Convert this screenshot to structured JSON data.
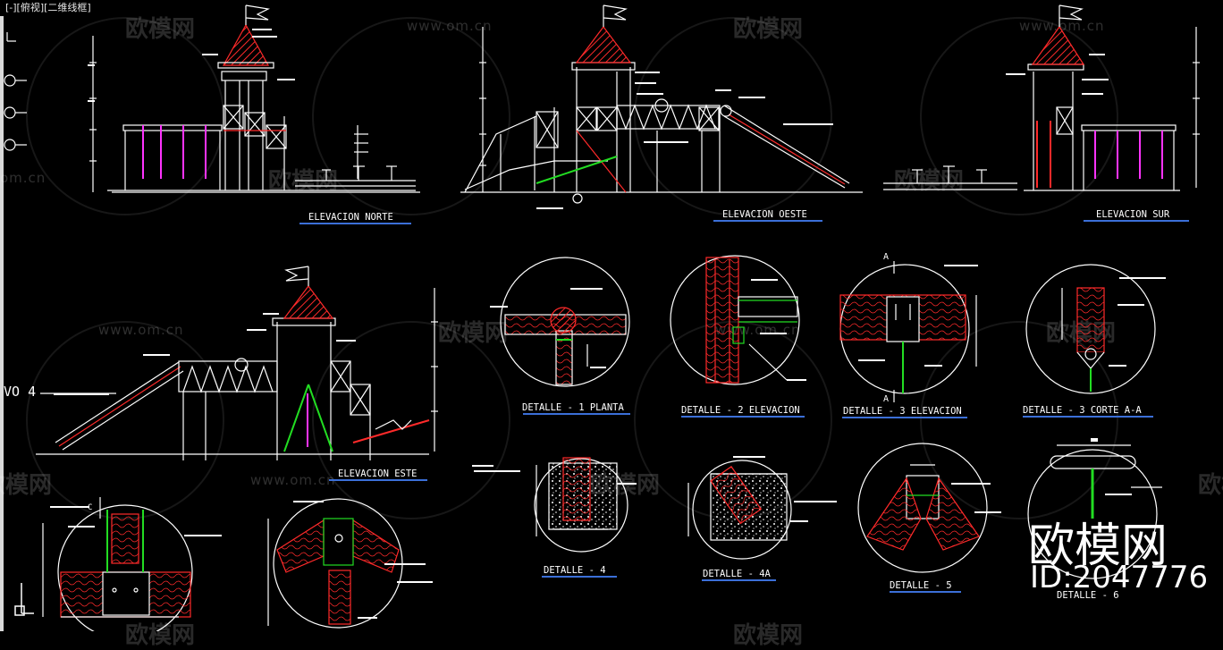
{
  "viewport": {
    "label": "[-][俯视][二维线框]"
  },
  "drawing": {
    "elevation_titles": {
      "norte": "ELEVACION NORTE",
      "oeste": "ELEVACION OESTE",
      "sur": "ELEVACION SUR",
      "este": "ELEVACION ESTE"
    },
    "detail_titles": {
      "d1": "DETALLE - 1 PLANTA",
      "d2": "DETALLE - 2 ELEVACION",
      "d3": "DETALLE - 3 ELEVACION",
      "d3a": "DETALLE - 3 CORTE A-A",
      "d4": "DETALLE - 4",
      "d4a": "DETALLE - 4A",
      "d5": "DETALLE - 5",
      "d6": "DETALLE - 6"
    },
    "section_marks": {
      "a": "A",
      "c": "C"
    },
    "partial_label": "VO 4"
  },
  "watermark": {
    "text": "欧模网",
    "url": "www.om.cn",
    "url_partial": "om.cn",
    "brand": "欧模网",
    "id": "ID:2047776"
  },
  "colors": {
    "background": "#000000",
    "line_white": "#ffffff",
    "line_red": "#ff2020",
    "line_green": "#22dd22",
    "line_magenta": "#ff00ff",
    "title_underline": "#3b6fd8"
  }
}
